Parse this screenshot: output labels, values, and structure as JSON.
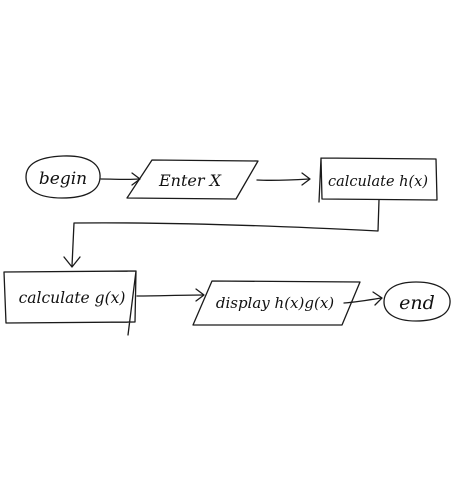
{
  "flowchart": {
    "nodes": [
      {
        "id": "begin",
        "shape": "oval",
        "label": "begin"
      },
      {
        "id": "enter",
        "shape": "parallelogram",
        "label": "Enter X"
      },
      {
        "id": "calc_h",
        "shape": "rectangle",
        "label": "calculate h(x)"
      },
      {
        "id": "calc_g",
        "shape": "rectangle",
        "label": "calculate g(x)"
      },
      {
        "id": "display",
        "shape": "parallelogram",
        "label": "display h(x)g(x)"
      },
      {
        "id": "end",
        "shape": "oval",
        "label": "end"
      }
    ],
    "edges": [
      {
        "from": "begin",
        "to": "enter"
      },
      {
        "from": "enter",
        "to": "calc_h"
      },
      {
        "from": "calc_h",
        "to": "calc_g"
      },
      {
        "from": "calc_g",
        "to": "display"
      },
      {
        "from": "display",
        "to": "end"
      }
    ],
    "colors": {
      "ink": "#1a1a1a",
      "background": "#ffffff"
    }
  }
}
